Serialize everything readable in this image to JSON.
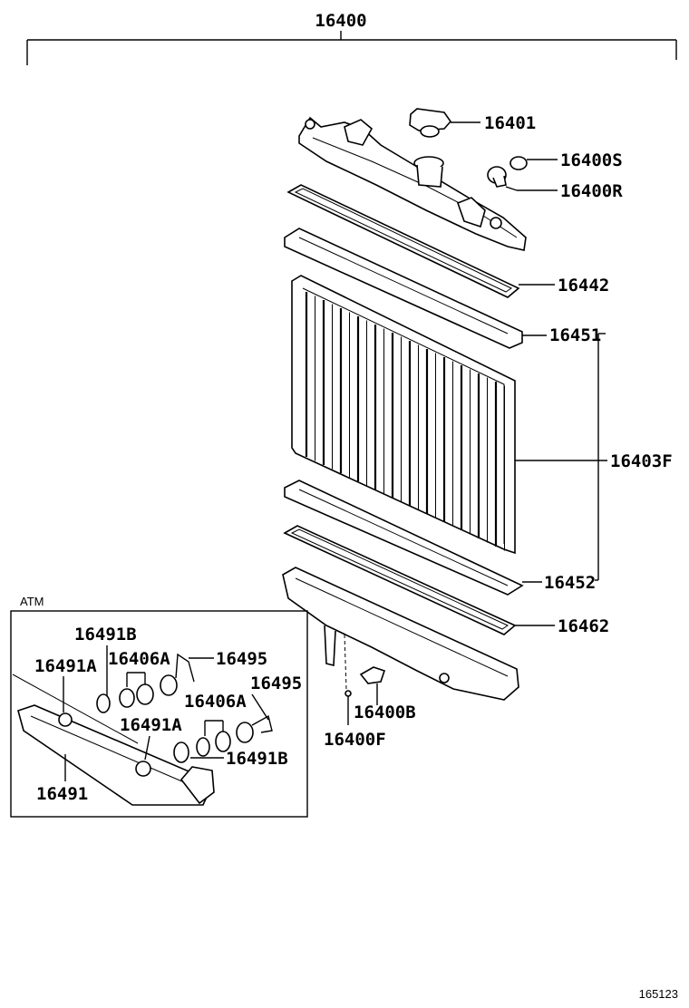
{
  "assembly": {
    "number": "16400"
  },
  "parts": {
    "cap": "16401",
    "drain_plug": "16400S",
    "plug_gasket": "16400R",
    "upper_gasket": "16442",
    "upper_tank_core": "16451",
    "core": "16403F",
    "lower_tank_core": "16452",
    "lower_gasket": "16462",
    "cock": "16400B",
    "cock_gasket": "16400F"
  },
  "atm": {
    "title": "ATM",
    "cooler": "16491",
    "gasket_left": "16491A",
    "gasket_right": "16491A",
    "washer_top": "16491B",
    "washer_bottom": "16491B",
    "fitting_top": "16406A",
    "fitting_bottom": "16406A",
    "hose_top": "16495",
    "hose_bottom": "16495"
  },
  "diagram_id": "165123"
}
